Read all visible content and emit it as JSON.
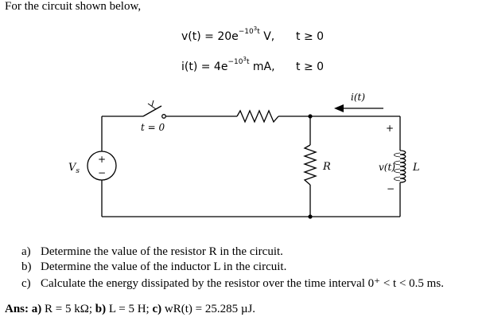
{
  "intro": "For the circuit shown below,",
  "equations": [
    {
      "lhs": "v(t) = 20e",
      "exp": "−10",
      "exp_sup": "3",
      "exp_t": "t",
      "unit": " V,",
      "condition": "t ≥ 0"
    },
    {
      "lhs": "i(t) = 4e",
      "exp": "−10",
      "exp_sup": "3",
      "exp_t": "t",
      "unit": " mA,",
      "condition": "t ≥ 0"
    }
  ],
  "circuit": {
    "switch_label": "t = 0",
    "source_label": "V",
    "source_sub": "s",
    "source_plus": "+",
    "source_minus": "−",
    "resistor_label": "R",
    "current_label": "i(t)",
    "voltage_label": "v(t)",
    "plus": "+",
    "minus": "−",
    "inductor_label": "L"
  },
  "questions": [
    {
      "label": "a)",
      "text": "Determine the value of the resistor R in the circuit."
    },
    {
      "label": "b)",
      "text": "Determine the value of the inductor L in the circuit."
    },
    {
      "label": "c)",
      "text": "Calculate the energy dissipated by the resistor over the time interval 0⁺ < t < 0.5 ms."
    }
  ],
  "answer": {
    "prefix": "Ans:",
    "a_label": "a)",
    "a_text": "R = 5 kΩ;",
    "b_label": "b)",
    "b_text": "L = 5 H;",
    "c_label": "c)",
    "c_text": "wR(t) = 25.285 µJ."
  }
}
